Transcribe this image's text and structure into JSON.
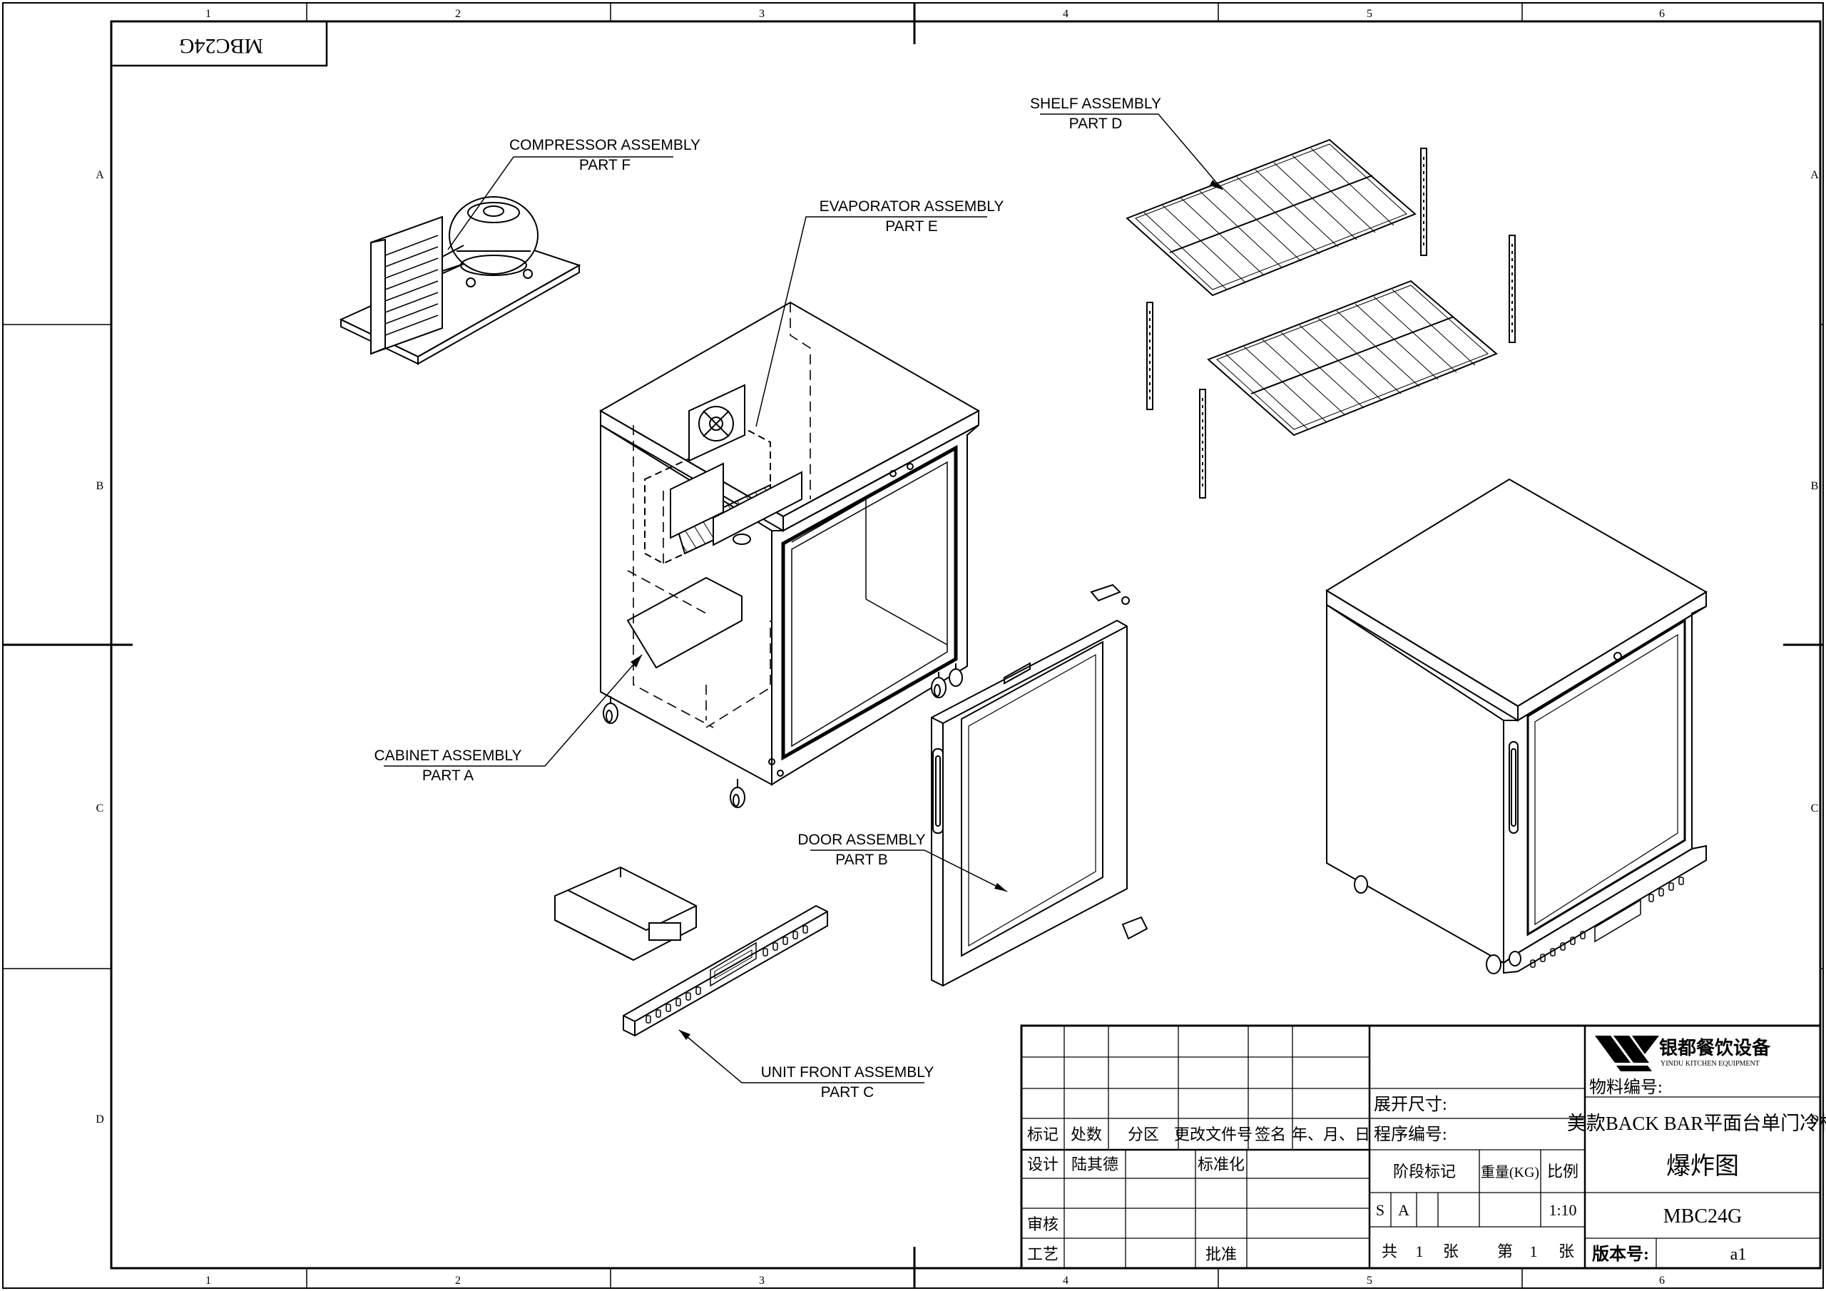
{
  "sheet": {
    "top_stamp": "MBC24G",
    "col_labels": [
      "1",
      "2",
      "3",
      "4",
      "5",
      "6"
    ],
    "row_labels": [
      "A",
      "B",
      "C",
      "D"
    ]
  },
  "callouts": {
    "compressor": {
      "title": "COMPRESSOR ASSEMBLY",
      "part": "PART F"
    },
    "evaporator": {
      "title": "EVAPORATOR ASSEMBLY",
      "part": "PART E"
    },
    "shelf": {
      "title": "SHELF ASSEMBLY",
      "part": "PART D"
    },
    "cabinet": {
      "title": "CABINET ASSEMBLY",
      "part": "PART A"
    },
    "door": {
      "title": "DOOR ASSEMBLY",
      "part": "PART B"
    },
    "unit_front": {
      "title": "UNIT FRONT ASSEMBLY",
      "part": "PART C"
    }
  },
  "title_block": {
    "revision_headers": [
      "标记",
      "处数",
      "分区",
      "更改文件号",
      "签名",
      "年、月、日"
    ],
    "design_label": "设计",
    "designer": "陆其德",
    "standardization_label": "标准化",
    "review_label": "审核",
    "process_label": "工艺",
    "approve_label": "批准",
    "unfold_size_label": "展开尺寸:",
    "program_no_label": "程序编号:",
    "stage_mark_label": "阶段标记",
    "weight_label": "重量(KG)",
    "ratio_label": "比例",
    "stage_s": "S",
    "stage_a": "A",
    "scale": "1:10",
    "sheets_total_prefix": "共",
    "sheets_total": "1",
    "sheets_unit1": "张",
    "sheet_no_prefix": "第",
    "sheet_no": "1",
    "sheets_unit2": "张",
    "company_cn": "银都餐饮设备",
    "company_en": "YINDU KITCHEN EQUIPMENT",
    "material_no_label": "物料编号:",
    "product_name": "美款BACK BAR平面台单门冷柜",
    "drawing_type": "爆炸图",
    "model": "MBC24G",
    "version_label": "版本号:",
    "version": "a1"
  }
}
